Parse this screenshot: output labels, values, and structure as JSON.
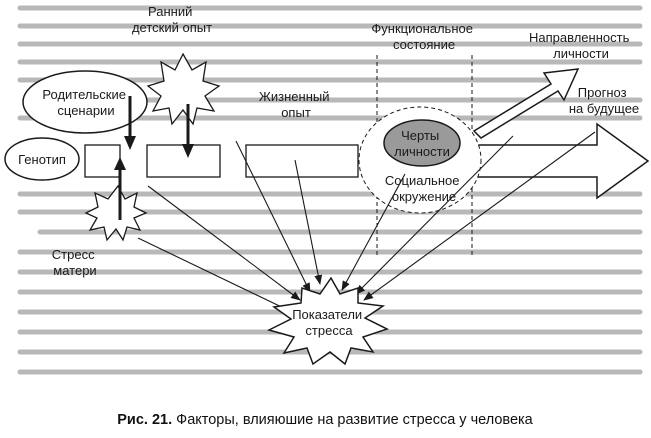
{
  "diagram": {
    "nodes": {
      "parental_scenarios": [
        "Родительские",
        "сценарии"
      ],
      "early_childhood": [
        "Ранний",
        "детский опыт"
      ],
      "genotype": [
        "Генотип"
      ],
      "mother_stress": [
        "Стресс",
        "матери"
      ],
      "life_experience": [
        "Жизненный",
        "опыт"
      ],
      "functional_state": [
        "Функциональное",
        "состояние"
      ],
      "personality_traits": [
        "Черты",
        "личности"
      ],
      "social_environment": [
        "Социальное",
        "окружение"
      ],
      "personality_direction": [
        "Направленность",
        "личности"
      ],
      "future_forecast": [
        "Прогноз",
        "на будущее"
      ],
      "stress_indicators": [
        "Показатели",
        "стресса"
      ]
    },
    "caption": {
      "prefix": "Рис. 21.",
      "text": " Факторы, влияюшие на развитие стресса у человека"
    }
  },
  "colors": {
    "ink": "#1a1a1a",
    "traits_fill": "#9a9a9a",
    "background_text": "#b8b8b8"
  }
}
